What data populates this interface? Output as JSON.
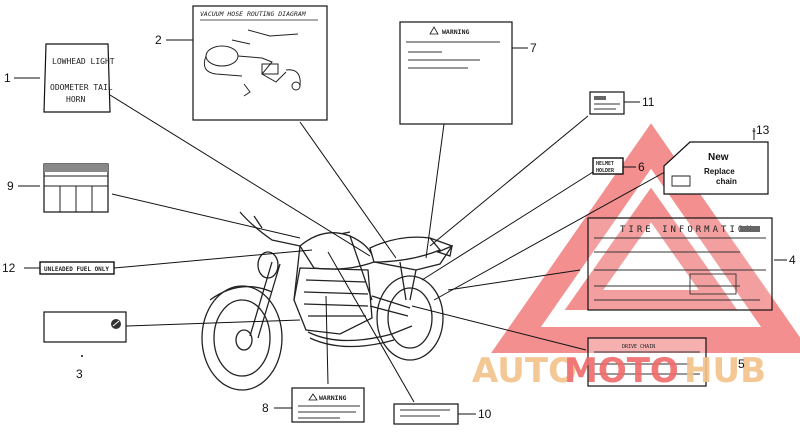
{
  "parts": [
    {
      "number": "1",
      "label_lines": [
        "LOWHEAD LIGHT",
        "ODOMETER TAIL",
        "HORN"
      ]
    },
    {
      "number": "2",
      "label_lines": [
        "VACUUM HOSE ROUTING DIAGRAM"
      ]
    },
    {
      "number": "3",
      "label_lines": []
    },
    {
      "number": "4",
      "label_lines": [
        "TIRE INFORMATION"
      ]
    },
    {
      "number": "5",
      "label_lines": [
        "DRIVE CHAIN"
      ]
    },
    {
      "number": "6",
      "label_lines": [
        "HELMET",
        "HOLDER"
      ]
    },
    {
      "number": "7",
      "label_lines": [
        "WARNING"
      ]
    },
    {
      "number": "8",
      "label_lines": [
        "WARNING"
      ]
    },
    {
      "number": "9",
      "label_lines": []
    },
    {
      "number": "10",
      "label_lines": []
    },
    {
      "number": "11",
      "label_lines": []
    },
    {
      "number": "12",
      "label_lines": [
        "UNLEADED FUEL ONLY"
      ]
    },
    {
      "number": "-13",
      "label_lines": [
        "New",
        "Replace",
        "chain"
      ]
    }
  ],
  "watermark": {
    "part1": "AUTO",
    "part2": "MOTO",
    "part3": "HUB",
    "color_gold": "#f2c38a",
    "color_red": "#f06a6a"
  }
}
